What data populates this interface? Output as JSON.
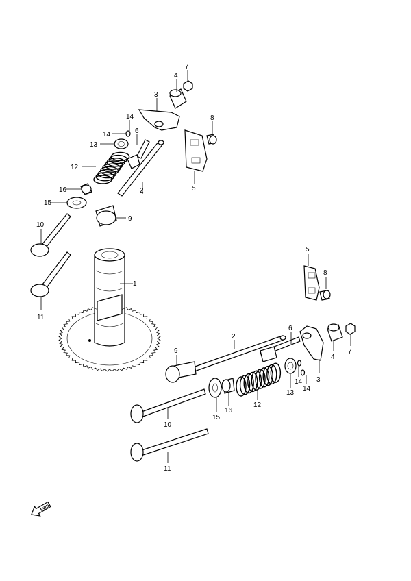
{
  "callouts": {
    "top": {
      "c1": "1",
      "c2": "2",
      "c3": "3",
      "c4": "4",
      "c5": "5",
      "c6": "6",
      "c7": "7",
      "c8": "8",
      "c9": "9",
      "c10": "10",
      "c11": "11",
      "c12": "12",
      "c13": "13",
      "c14a": "14",
      "c14b": "14",
      "c15": "15",
      "c16": "16"
    },
    "bottom": {
      "c2": "2",
      "c3": "3",
      "c4": "4",
      "c5": "5",
      "c6": "6",
      "c7": "7",
      "c8": "8",
      "c9": "9",
      "c10": "10",
      "c11": "11",
      "c12": "12",
      "c13": "13",
      "c14a": "14",
      "c14b": "14",
      "c15": "15",
      "c16": "16"
    }
  },
  "fwd_badge": {
    "label": "FWD",
    "icon": "fwd-arrow-icon"
  }
}
